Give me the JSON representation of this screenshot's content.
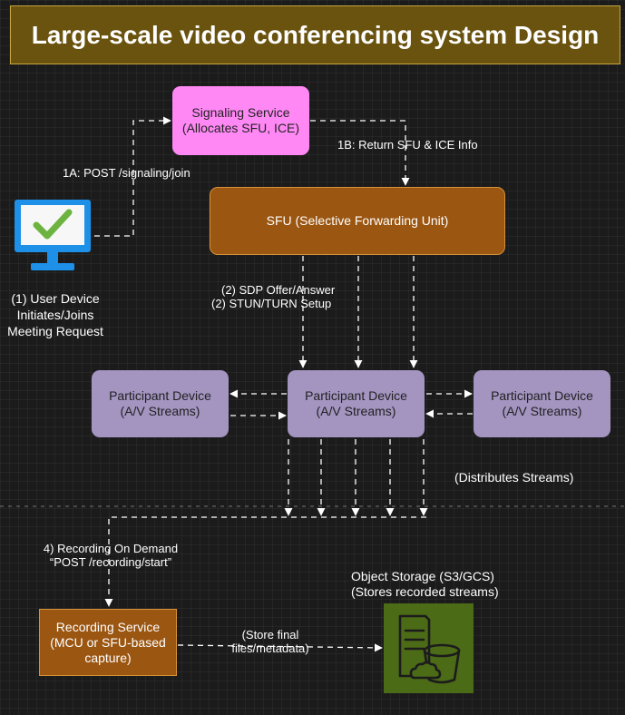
{
  "title": "Large-scale video conferencing system Design",
  "nodes": {
    "signaling": {
      "line1": "Signaling Service",
      "line2": "(Allocates SFU, ICE)"
    },
    "sfu": {
      "label": "SFU (Selective Forwarding Unit)"
    },
    "participant_left": {
      "line1": "Participant Device",
      "line2": "(A/V Streams)"
    },
    "participant_mid": {
      "line1": "Participant Device",
      "line2": "(A/V Streams)"
    },
    "participant_right": {
      "line1": "Participant Device",
      "line2": "(A/V Streams)"
    },
    "recording": {
      "line1": "Recording Service",
      "line2": "(MCU or SFU-based",
      "line3": "capture)"
    },
    "storage": {
      "line1": "Object Storage (S3/GCS)",
      "line2": "(Stores recorded streams)"
    }
  },
  "labels": {
    "user_device": {
      "line1": "(1) User Device",
      "line2": "Initiates/Joins",
      "line3": "Meeting Request"
    },
    "post_join": "1A: POST /signaling/join",
    "return_sfu": "1B: Return SFU & ICE Info",
    "sdp": "(2) SDP Offer/Answer",
    "stun": "(2) STUN/TURN Setup",
    "distributes": "(Distributes Streams)",
    "recording_demand": {
      "line1": "4) Recording On Demand",
      "line2": "“POST /recording/start”"
    },
    "store_final": {
      "line1": "(Store final",
      "line2": "files/metadata)"
    }
  },
  "icons": {
    "user_device": "monitor-check-icon",
    "storage": "bucket-document-icon"
  },
  "colors": {
    "title_bg": "#6a520f",
    "signaling": "#ff88f5",
    "sfu": "#9b5612",
    "participant": "#a394c0",
    "storage": "#4b6b17",
    "monitor": "#1e90e8",
    "check": "#6cb43f"
  }
}
